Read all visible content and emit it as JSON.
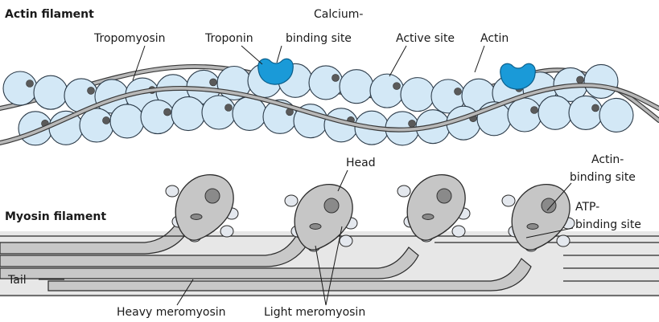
{
  "titles": {
    "actin_filament": "Actin filament",
    "myosin_filament": "Myosin filament"
  },
  "actin_labels": {
    "tropomyosin": "Tropomyosin",
    "troponin": "Troponin",
    "calcium_line1": "Calcium-",
    "calcium_line2": "binding site",
    "active_site": "Active site",
    "actin": "Actin"
  },
  "myosin_labels": {
    "head": "Head",
    "actin_binding_line1": "Actin-",
    "actin_binding_line2": "binding site",
    "atp_line1": "ATP-",
    "atp_line2": "binding site",
    "tail": "Tail",
    "heavy_meromyosin": "Heavy meromyosin",
    "light_meromyosin": "Light meromyosin"
  },
  "colors": {
    "actin_bead": "#d3e8f6",
    "troponin": "#1a9ad8",
    "myosin_head": "#c6c6c6",
    "tropomyosin": "#b8b8b8"
  }
}
